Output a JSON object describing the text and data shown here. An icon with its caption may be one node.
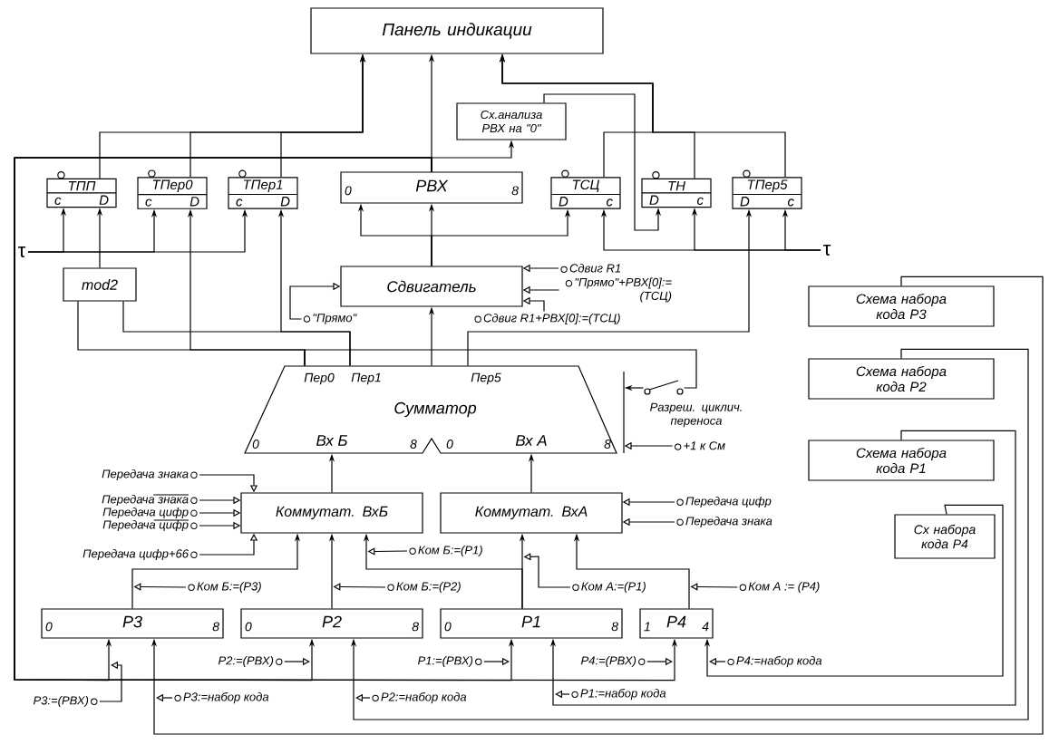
{
  "diagram": {
    "nodes": [
      {
        "text": [
          "Панель индикации"
        ]
      },
      {
        "text": [
          "Сх.анализа РВХ на \"0\""
        ]
      },
      {
        "text": [
          "ТПП",
          "c",
          "D"
        ]
      },
      {
        "text": [
          "ТПер0",
          "c",
          "D"
        ]
      },
      {
        "text": [
          "ТПер1",
          "c",
          "D"
        ]
      },
      {
        "text": [
          "0",
          "РВХ",
          "8"
        ]
      },
      {
        "text": [
          "ТСЦ",
          "D",
          "c"
        ]
      },
      {
        "text": [
          "ТН",
          "D",
          "c"
        ]
      },
      {
        "text": [
          "ТПер5",
          "D",
          "c"
        ]
      },
      {
        "text": [
          "mod2"
        ]
      },
      {
        "text": [
          "Сдвигатель"
        ]
      },
      {
        "text": [
          "Сумматор",
          "Пер0",
          "Пер1",
          "Пер5",
          "0",
          "Вх Б",
          "8",
          "0",
          "Вх А",
          "8"
        ]
      },
      {
        "text": [
          "Коммутат. ВхБ"
        ]
      },
      {
        "text": [
          "Коммутат. ВхА"
        ]
      },
      {
        "text": [
          "0",
          "Р3",
          "8"
        ]
      },
      {
        "text": [
          "0",
          "Р2",
          "8"
        ]
      },
      {
        "text": [
          "0",
          "Р1",
          "8"
        ]
      },
      {
        "text": [
          "1",
          "Р4",
          "4"
        ]
      },
      {
        "text": [
          "Схема набора кода Р3"
        ]
      },
      {
        "text": [
          "Схема набора кода Р2"
        ]
      },
      {
        "text": [
          "Схема набора кода Р1"
        ]
      },
      {
        "text": [
          "Сх набора кода Р4"
        ]
      },
      {
        "text": [
          "Сдвиг R1"
        ]
      },
      {
        "text": [
          "\"Прямо\"+РВХ[0]:= (ТСЦ)"
        ]
      },
      {
        "text": [
          "Сдвиг R1+РВХ[0]:=(ТСЦ)"
        ]
      },
      {
        "text": [
          "\"Прямо\""
        ]
      },
      {
        "text": [],
        "shape": "switch",
        "beside": [
          "Разреш. циклич. переноса"
        ]
      },
      {
        "text": [
          "+1 к См"
        ]
      },
      {
        "text": [
          "Передача цифр"
        ]
      },
      {
        "text": [
          "Передача знака"
        ]
      },
      {
        "text": [
          "Передача знака"
        ]
      },
      {
        "text": [
          "Передача знака"
        ]
      },
      {
        "text": [
          "Передача цифр"
        ]
      },
      {
        "text": [
          "Передача цифр"
        ]
      },
      {
        "text": [
          "Передача цифр+66"
        ]
      },
      {
        "text": [
          "Ком Б:=(Р3)"
        ]
      },
      {
        "text": [
          "Ком Б:=(Р2)"
        ]
      },
      {
        "text": [
          "Ком Б:=(Р1)"
        ]
      },
      {
        "text": [
          "Ком А:=(Р1)"
        ]
      },
      {
        "text": [
          "Ком А := (Р4)"
        ]
      },
      {
        "text": [
          "Р3:=(РВХ)"
        ]
      },
      {
        "text": [
          "Р3:=набор кода"
        ]
      },
      {
        "text": [
          "Р2:=(РВХ)"
        ]
      },
      {
        "text": [
          "Р2:=набор кода"
        ]
      },
      {
        "text": [
          "Р1:=(РВХ)"
        ]
      },
      {
        "text": [
          "Р1:=набор кода"
        ]
      },
      {
        "text": [
          "Р4:=(РВХ)"
        ]
      },
      {
        "text": [
          "Р4:=набор кода"
        ]
      },
      {
        "text": [
          "τ"
        ]
      },
      {
        "text": [
          "τ"
        ]
      }
    ],
    "edges": [
      {
        "from": 2,
        "to": 0,
        "arrow": "to"
      },
      {
        "from": 3,
        "to": 0,
        "arrow": "to"
      },
      {
        "from": 4,
        "to": 0,
        "arrow": "to"
      },
      {
        "from": 5,
        "to": 0,
        "arrow": "to"
      },
      {
        "from": 6,
        "to": 0,
        "arrow": "to"
      },
      {
        "from": 7,
        "to": 0,
        "arrow": "to"
      },
      {
        "from": 8,
        "to": 0,
        "arrow": "to"
      },
      {
        "from": 5,
        "to": 1,
        "arrow": "to"
      },
      {
        "from": 1,
        "to": 7,
        "arrow": "to"
      },
      {
        "from": 5,
        "to": 14,
        "arrow": "to"
      },
      {
        "from": 5,
        "to": 15,
        "arrow": "to"
      },
      {
        "from": 5,
        "to": 16,
        "arrow": "to"
      },
      {
        "from": 5,
        "to": 17,
        "arrow": "to"
      },
      {
        "from": 10,
        "to": 5,
        "arrow": "to"
      },
      {
        "from": 10,
        "to": 5,
        "arrow": "to"
      },
      {
        "from": 10,
        "to": 6,
        "arrow": "to"
      },
      {
        "from": 11,
        "to": 10,
        "arrow": "to"
      },
      {
        "from": 11,
        "to": 3,
        "arrow": "to"
      },
      {
        "from": 11,
        "to": 9,
        "arrow": "none"
      },
      {
        "from": 11,
        "to": 4,
        "arrow": "to"
      },
      {
        "from": 11,
        "to": 9,
        "arrow": "none"
      },
      {
        "from": 11,
        "to": 8,
        "arrow": "to"
      },
      {
        "from": 11,
        "to": 26,
        "arrow": "none"
      },
      {
        "from": 26,
        "to": 11,
        "arrow": "to"
      },
      {
        "from": 9,
        "to": 2,
        "arrow": "to"
      },
      {
        "from": 12,
        "to": 11,
        "arrow": "to"
      },
      {
        "from": 13,
        "to": 11,
        "arrow": "to"
      },
      {
        "from": 14,
        "to": 12,
        "arrow": "to"
      },
      {
        "from": 15,
        "to": 12,
        "arrow": "to"
      },
      {
        "from": 16,
        "to": 12,
        "arrow": "to"
      },
      {
        "from": 16,
        "to": 13,
        "arrow": "to"
      },
      {
        "from": 17,
        "to": 13,
        "arrow": "to"
      },
      {
        "from": 18,
        "to": 14,
        "arrow": "to"
      },
      {
        "from": 19,
        "to": 15,
        "arrow": "to"
      },
      {
        "from": 20,
        "to": 16,
        "arrow": "to"
      },
      {
        "from": 21,
        "to": 17,
        "arrow": "to"
      },
      {
        "from": 48,
        "to": 2,
        "arrow": "to"
      },
      {
        "from": 48,
        "to": 3,
        "arrow": "to"
      },
      {
        "from": 48,
        "to": 4,
        "arrow": "to"
      },
      {
        "from": 49,
        "to": 6,
        "arrow": "to"
      },
      {
        "from": 49,
        "to": 7,
        "arrow": "to"
      },
      {
        "from": 49,
        "to": 8,
        "arrow": "to"
      },
      {
        "from": 22,
        "to": 10,
        "arrow": "to"
      },
      {
        "from": 23,
        "to": 10,
        "arrow": "to"
      },
      {
        "from": 24,
        "to": 10,
        "arrow": "to"
      },
      {
        "from": 25,
        "to": 10,
        "arrow": "to"
      },
      {
        "from": 27,
        "to": 11,
        "arrow": "to"
      },
      {
        "from": 28,
        "to": 13,
        "arrow": "to"
      },
      {
        "from": 29,
        "to": 13,
        "arrow": "to"
      },
      {
        "from": 30,
        "to": 12,
        "arrow": "to"
      },
      {
        "from": 31,
        "to": 12,
        "arrow": "to"
      },
      {
        "from": 32,
        "to": 12,
        "arrow": "to"
      },
      {
        "from": 33,
        "to": 12,
        "arrow": "to"
      },
      {
        "from": 34,
        "to": 12,
        "arrow": "to"
      },
      {
        "from": 35,
        "to": 14,
        "arrow": "to"
      },
      {
        "from": 36,
        "to": 15,
        "arrow": "to"
      },
      {
        "from": 37,
        "to": 12,
        "arrow": "to"
      },
      {
        "from": 38,
        "to": 13,
        "arrow": "to"
      },
      {
        "from": 39,
        "to": 17,
        "arrow": "to"
      },
      {
        "from": 40,
        "to": null,
        "arrow": "to"
      },
      {
        "from": 41,
        "to": null,
        "arrow": "to"
      },
      {
        "from": 42,
        "to": null,
        "arrow": "to"
      },
      {
        "from": 43,
        "to": null,
        "arrow": "to"
      },
      {
        "from": 44,
        "to": null,
        "arrow": "to"
      },
      {
        "from": 45,
        "to": null,
        "arrow": "to"
      },
      {
        "from": 46,
        "to": null,
        "arrow": "to"
      },
      {
        "from": 47,
        "to": null,
        "arrow": "to"
      }
    ]
  }
}
